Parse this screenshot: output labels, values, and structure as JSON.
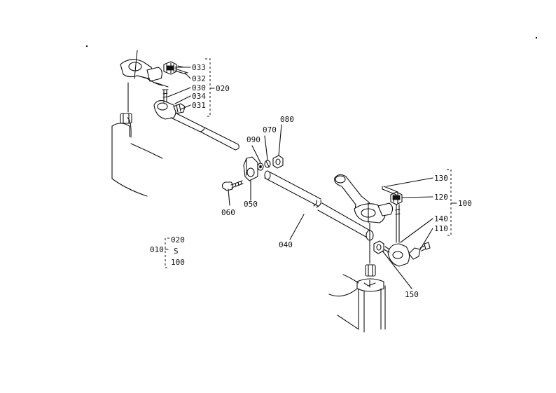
{
  "labels": {
    "p033": "033",
    "p032": "032",
    "p030": "030",
    "p034": "034",
    "p031": "031",
    "p020": "020",
    "p080": "080",
    "p070": "070",
    "p090": "090",
    "p060": "060",
    "p050": "050",
    "p040": "040",
    "p130": "130",
    "p120": "120",
    "p100": "100",
    "p140": "140",
    "p110": "110",
    "p150": "150"
  },
  "legend": {
    "assembly": "010",
    "from": "020",
    "range_mark": "S",
    "to": "100"
  }
}
